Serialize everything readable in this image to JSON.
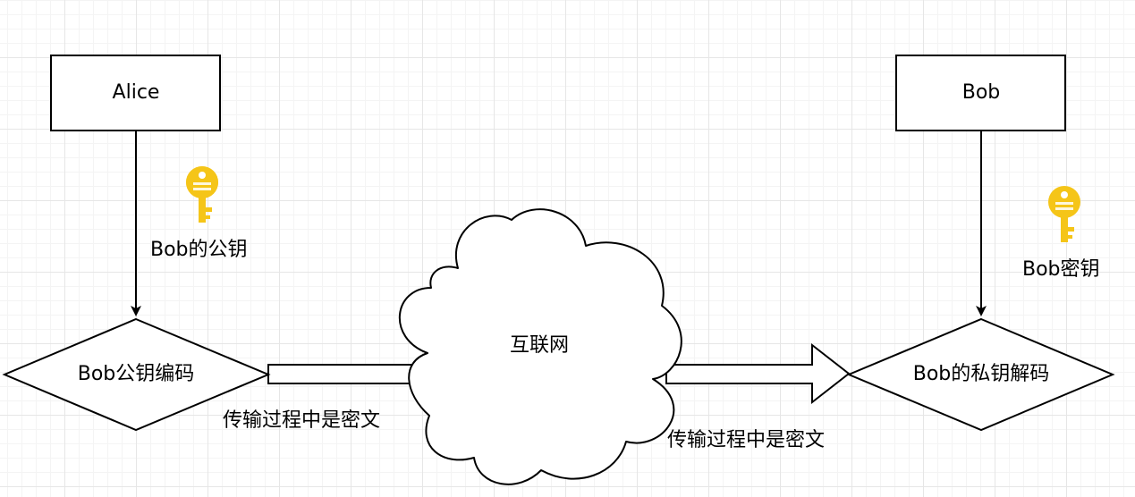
{
  "nodes": {
    "alice": "Alice",
    "bob": "Bob",
    "encode": "Bob公钥编码",
    "internet": "互联网",
    "decode": "Bob的私钥解码"
  },
  "labels": {
    "public_key": "Bob的公钥",
    "private_key": "Bob密钥",
    "ciphertext_left": "传输过程中是密文",
    "ciphertext_right": "传输过程中是密文"
  },
  "icons": {
    "public_key_icon": "key-icon",
    "private_key_icon": "key-icon"
  },
  "colors": {
    "key": "#f5c518",
    "key_dark": "#d9a800",
    "stroke": "#000000"
  }
}
